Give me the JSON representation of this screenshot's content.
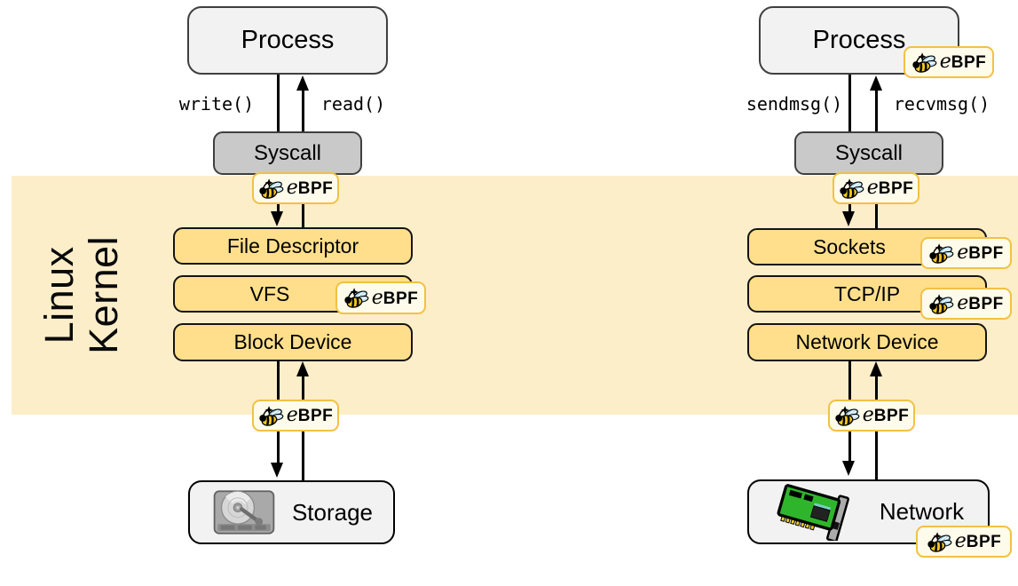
{
  "ebpf": {
    "e": "e",
    "bpf": "BPF"
  },
  "kernel_band": {
    "label_line1": "Linux",
    "label_line2": "Kernel"
  },
  "left_stack": {
    "process": "Process",
    "write_call": "write()",
    "read_call": "read()",
    "syscall": "Syscall",
    "layers": [
      "File Descriptor",
      "VFS",
      "Block Device"
    ],
    "device": "Storage"
  },
  "right_stack": {
    "process": "Process",
    "send_call": "sendmsg()",
    "recv_call": "recvmsg()",
    "syscall": "Syscall",
    "layers": [
      "Sockets",
      "TCP/IP",
      "Network Device"
    ],
    "device": "Network"
  },
  "colors": {
    "kernel_band_bg": "#FCEEC9",
    "kernel_box_bg": "#FFDF8C",
    "process_box_bg": "#F2F2F2",
    "syscall_box_bg": "#C9C9C9",
    "badge_bg": "#FFFBEA",
    "badge_border": "#F2C144",
    "arrow": "#000000"
  }
}
